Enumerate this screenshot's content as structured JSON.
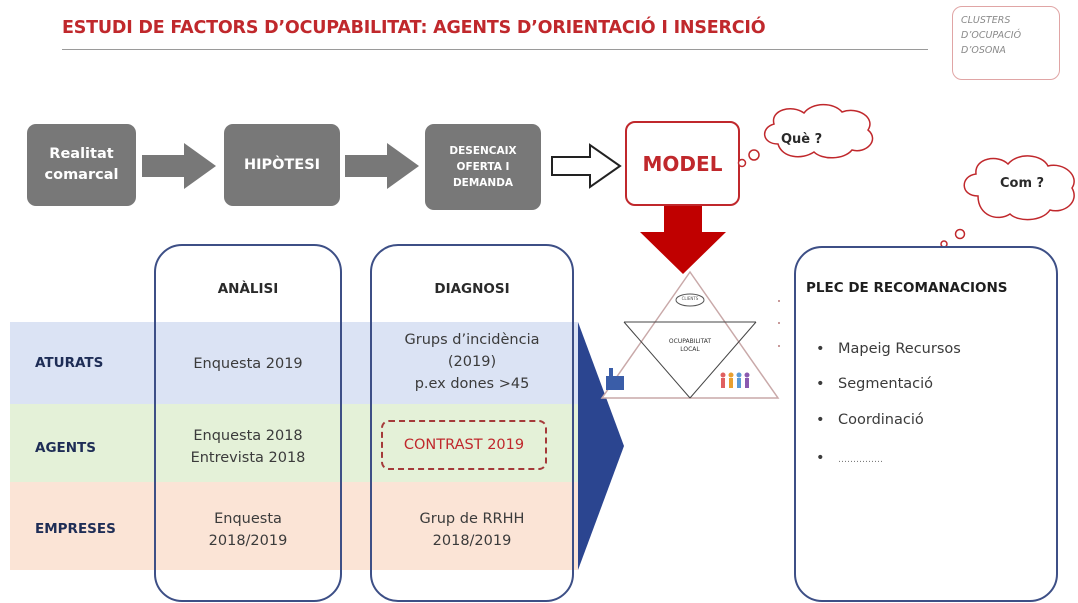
{
  "title": "ESTUDI DE FACTORS D’OCUPABILITAT: AGENTS D’ORIENTACIÓ I INSERCIÓ",
  "brand": {
    "line1": "CLUSTERS",
    "line2": "D’OCUPACIÓ",
    "line3": "D’OSONA"
  },
  "flow": {
    "step1": {
      "line1": "Realitat",
      "line2": "comarcal"
    },
    "step2": "HIPÒTESI",
    "step3": {
      "line1": "DESENCAIX",
      "line2": "OFERTA I",
      "line3": "DEMANDA"
    },
    "model": "MODEL"
  },
  "clouds": {
    "que": "Què ?",
    "com": "Com ?"
  },
  "model_diagram": {
    "top_label": "CLIENTS",
    "center_line1": "OCUPABILITAT",
    "center_line2": "LOCAL"
  },
  "table": {
    "col_analisi": "ANÀLISI",
    "col_diagnosi": "DIAGNOSI",
    "rows": [
      {
        "label": "ATURATS",
        "analisi": [
          "Enquesta 2019"
        ],
        "diagnosi": [
          "Grups d’incidència",
          "(2019)",
          "p.ex dones >45"
        ]
      },
      {
        "label": "AGENTS",
        "analisi": [
          "Enquesta 2018",
          "Entrevista 2018"
        ],
        "diagnosi": [
          "CONTRAST 2019"
        ]
      },
      {
        "label": "EMPRESES",
        "analisi": [
          "Enquesta",
          "2018/2019"
        ],
        "diagnosi": [
          "Grup de RRHH",
          "2018/2019"
        ]
      }
    ]
  },
  "plec": {
    "title": "PLEC DE RECOMANACIONS",
    "items": [
      "Mapeig Recursos",
      "Segmentació",
      "Coordinació",
      "……………"
    ]
  },
  "colors": {
    "title_red": "#c0282c",
    "gray_box": "#787878",
    "navy": "#2b4590",
    "band_blue": "#dbe3f4",
    "band_green": "#e4f1d8",
    "band_orange": "#fbe4d6",
    "arrow_red": "#c00000"
  }
}
